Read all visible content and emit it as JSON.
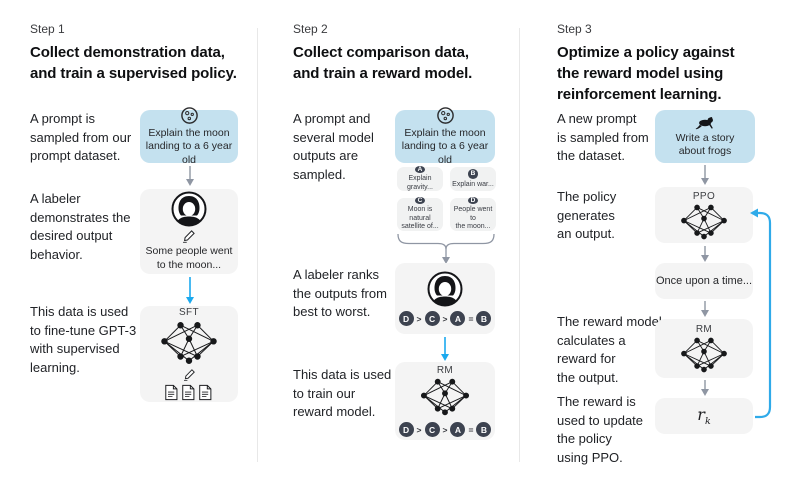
{
  "colors": {
    "prompt_box_blue": "#c4e1ef",
    "panel_gray": "#f4f4f4",
    "arrow_blue": "#1ba9ee",
    "arrow_gray": "#8f96a3",
    "badge_dark": "#3d4350",
    "divider": "#e8e8e8"
  },
  "icons": {
    "moon": "moon-icon",
    "frog": "frog-icon",
    "labeler": "labeler-avatar-icon",
    "pencil": "pencil-icon",
    "documents": "documents-icon",
    "network": "neural-network-icon"
  },
  "step1": {
    "label": "Step 1",
    "heading": "Collect demonstration data,\nand train a supervised policy.",
    "captions": [
      "A prompt is\nsampled from our\nprompt dataset.",
      "A labeler\ndemonstrates the\ndesired output\nbehavior.",
      "This data is used\nto fine-tune GPT-3\nwith supervised\nlearning."
    ],
    "prompt_box": {
      "text": "Explain the moon\nlanding to a 6 year old"
    },
    "labeler_box": {
      "text": "Some people went\nto the moon..."
    },
    "model_box": {
      "label": "SFT"
    }
  },
  "step2": {
    "label": "Step 2",
    "heading": "Collect comparison data,\nand train a reward model.",
    "captions": [
      "A prompt and\nseveral model\noutputs are\nsampled.",
      "A labeler ranks\nthe outputs from\nbest to worst.",
      "This data is used\nto train our\nreward model."
    ],
    "prompt_box": {
      "text": "Explain the moon\nlanding to a 6 year old"
    },
    "outputs": [
      {
        "letter": "A",
        "text": "Explain gravity..."
      },
      {
        "letter": "B",
        "text": "Explain war..."
      },
      {
        "letter": "C",
        "text": "Moon is natural\nsatellite of..."
      },
      {
        "letter": "D",
        "text": "People went to\nthe moon..."
      }
    ],
    "ranking": [
      "D",
      ">",
      "C",
      ">",
      "A",
      "=",
      "B"
    ],
    "model_box": {
      "label": "RM"
    }
  },
  "step3": {
    "label": "Step 3",
    "heading": "Optimize a policy against\nthe reward model using\nreinforcement learning.",
    "captions": [
      "A new prompt\nis sampled from\nthe dataset.",
      "The policy\ngenerates\nan output.",
      "The reward model\ncalculates a\nreward for\nthe output.",
      "The reward is\nused to update\nthe policy\nusing PPO."
    ],
    "prompt_box": {
      "text": "Write a story\nabout frogs"
    },
    "policy_box": {
      "label": "PPO"
    },
    "output_box": {
      "text": "Once upon a time..."
    },
    "reward_model_box": {
      "label": "RM"
    },
    "reward_box": {
      "main": "r",
      "sub": "k"
    }
  }
}
